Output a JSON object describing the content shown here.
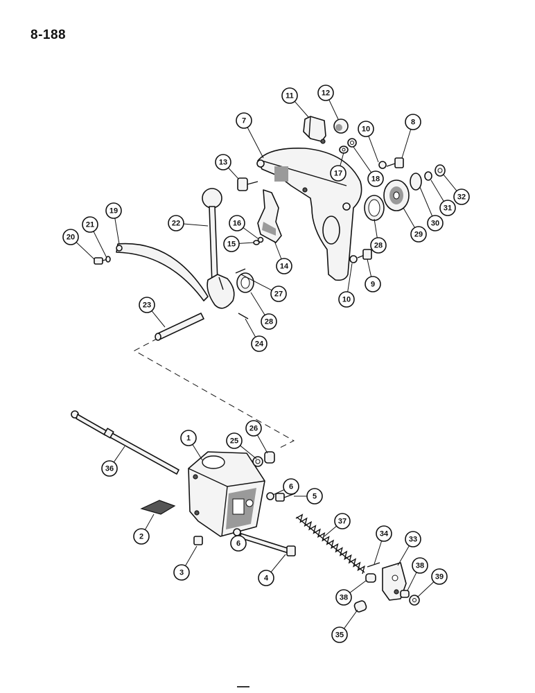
{
  "page": {
    "number": "8-188"
  },
  "callouts": [
    "1",
    "2",
    "3",
    "4",
    "5",
    "6",
    "6",
    "7",
    "8",
    "9",
    "10",
    "10",
    "11",
    "12",
    "13",
    "14",
    "15",
    "16",
    "17",
    "18",
    "19",
    "20",
    "21",
    "22",
    "23",
    "24",
    "25",
    "26",
    "27",
    "28",
    "28",
    "29",
    "30",
    "31",
    "32",
    "33",
    "34",
    "35",
    "36",
    "37",
    "38",
    "38",
    "39"
  ]
}
